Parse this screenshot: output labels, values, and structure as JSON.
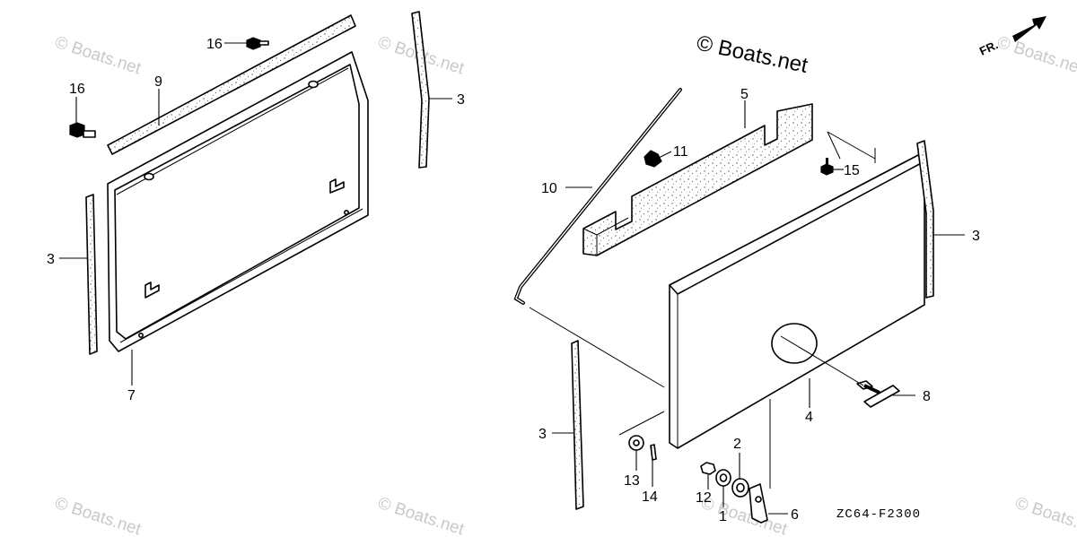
{
  "watermark": {
    "brand": "© Boats.net",
    "tile": "© Boats.net"
  },
  "diagram_code": "ZC64-F2300",
  "direction_label": "FR.",
  "callouts": {
    "c1": "1",
    "c2": "2",
    "c3a": "3",
    "c3b": "3",
    "c3c": "3",
    "c3d": "3",
    "c4": "4",
    "c5": "5",
    "c6": "6",
    "c7": "7",
    "c8": "8",
    "c9": "9",
    "c10": "10",
    "c11": "11",
    "c12": "12",
    "c13": "13",
    "c14": "14",
    "c15": "15",
    "c16a": "16",
    "c16b": "16"
  }
}
